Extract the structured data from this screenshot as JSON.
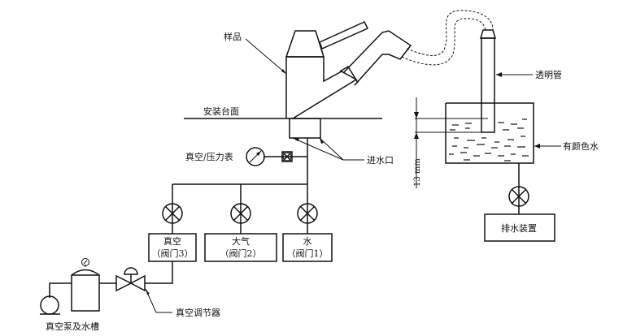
{
  "labels": {
    "sample": "样品",
    "mounting_surface": "安装台面",
    "gauge": "真空/压力表",
    "inlet": "进水口",
    "clear_tube": "透明管",
    "colored_water": "有颜色水",
    "dimension": "13 mm",
    "drain": "排水装置",
    "valve3_name": "真空",
    "valve3_tag": "（阀门3）",
    "valve2_name": "大气",
    "valve2_tag": "（阀门2）",
    "valve1_name": "水",
    "valve1_tag": "（阀门1）",
    "regulator": "真空调节器",
    "pump_tank": "真空泵及水槽"
  },
  "colors": {
    "line": "#111111",
    "background": "#ffffff"
  }
}
